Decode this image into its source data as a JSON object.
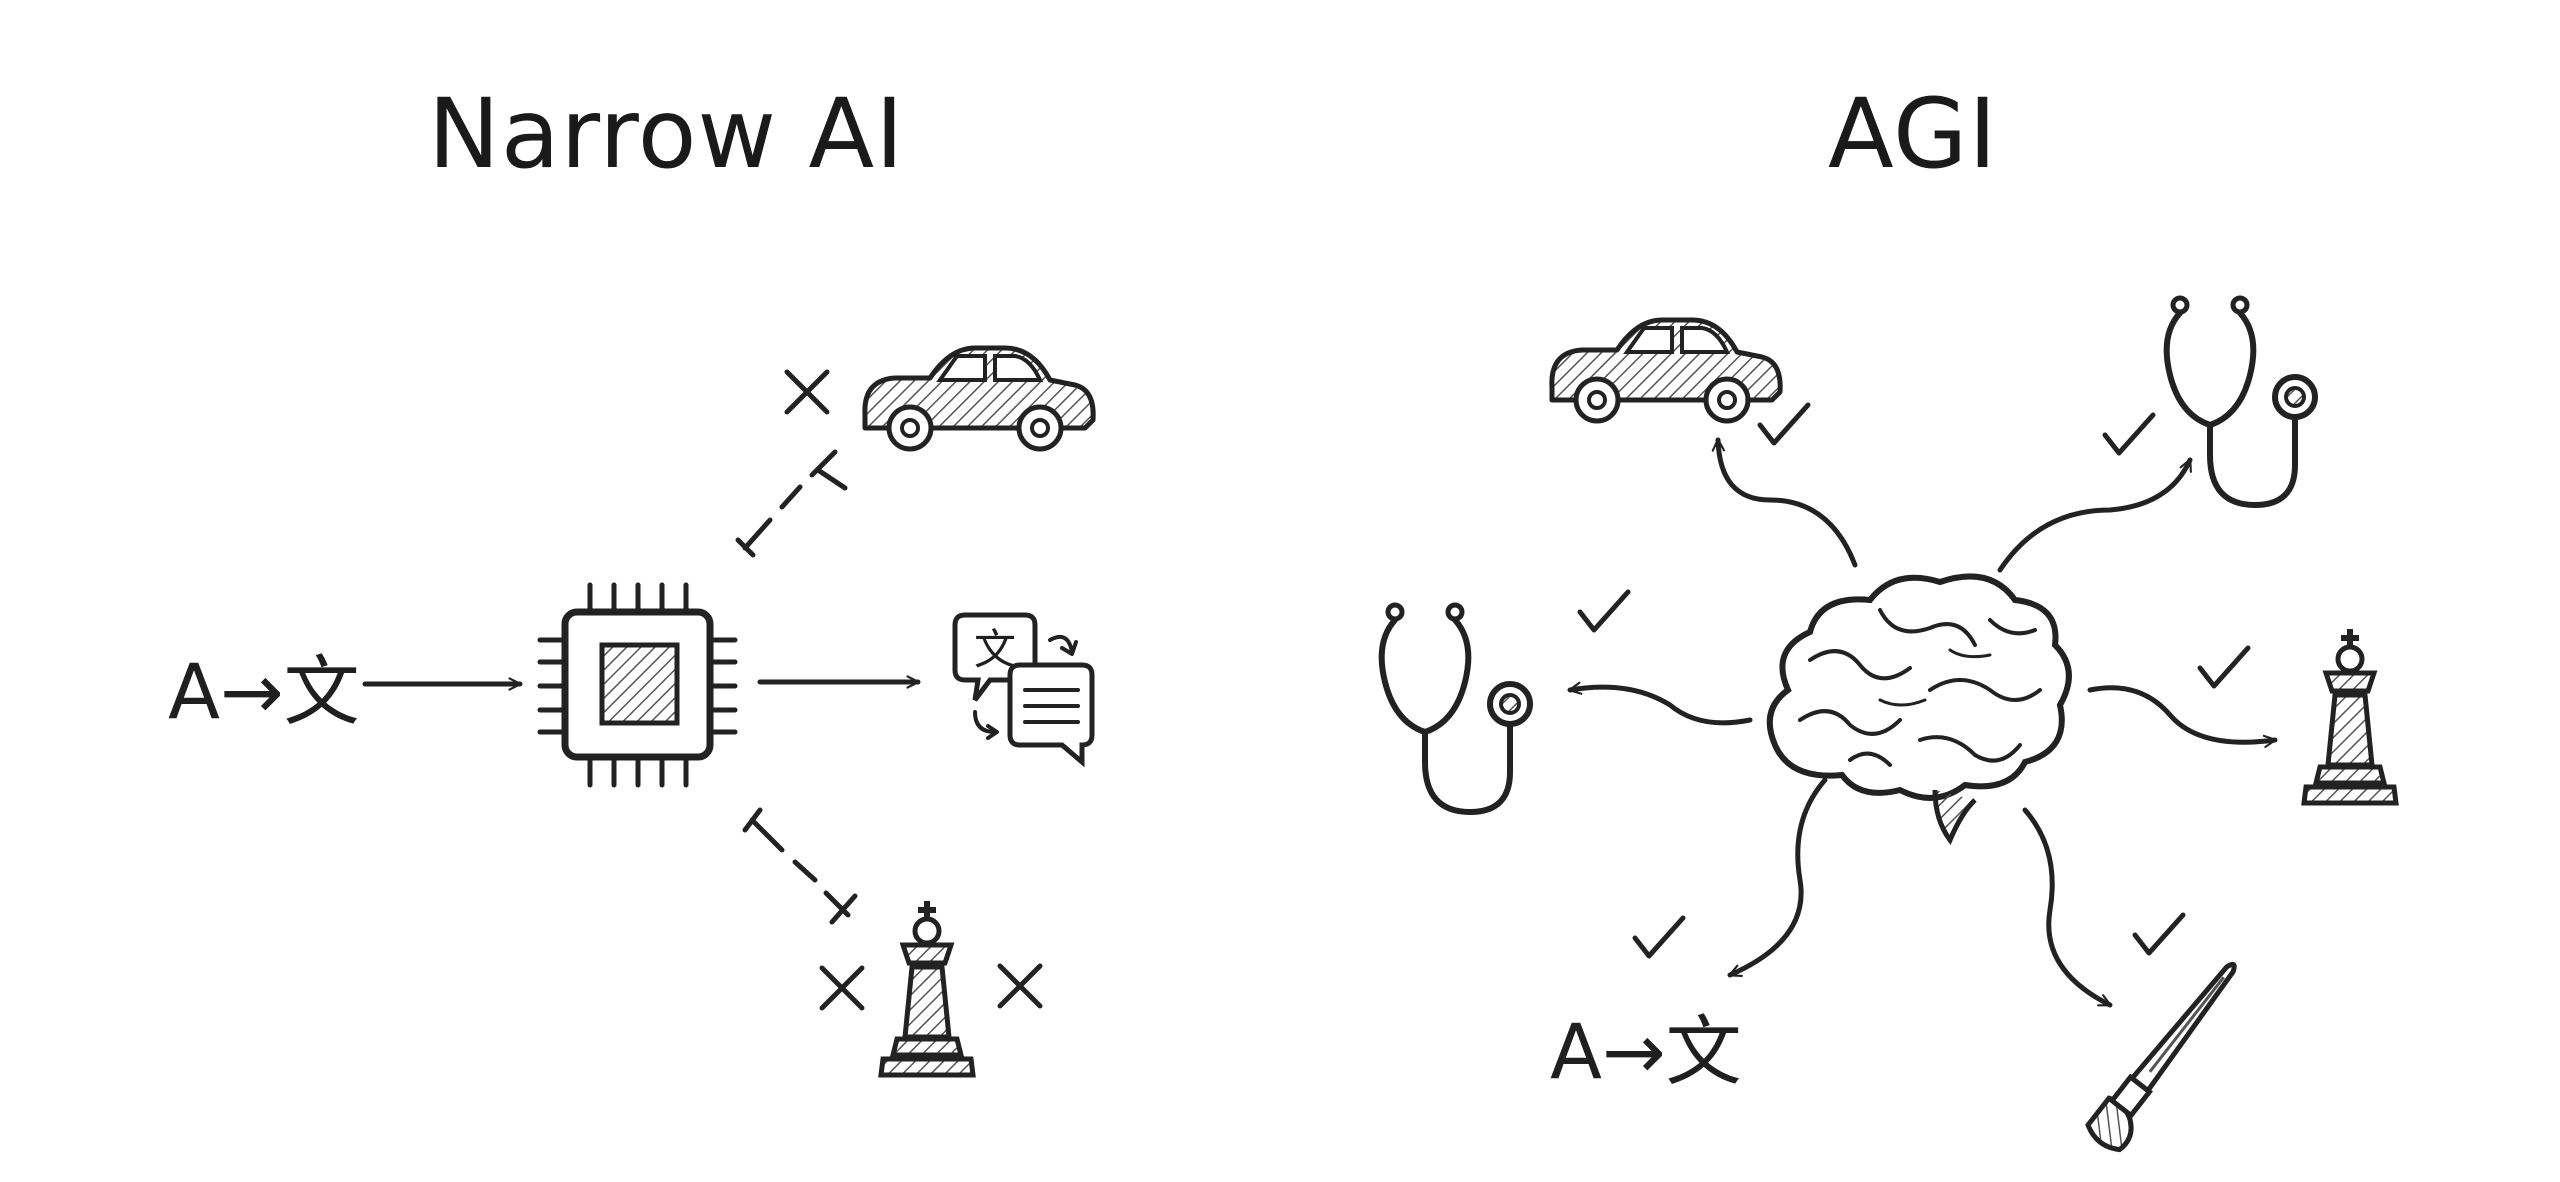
{
  "narrow": {
    "title": "Narrow AI",
    "input_label": "A→文",
    "connections": [
      {
        "target": "car",
        "status": "blocked"
      },
      {
        "target": "translation-chat",
        "status": "active"
      },
      {
        "target": "chess-king",
        "status": "blocked"
      }
    ]
  },
  "agi": {
    "title": "AGI",
    "translation_label": "A→文",
    "capabilities": [
      {
        "icon": "car-icon",
        "status": "check"
      },
      {
        "icon": "stethoscope-icon",
        "status": "check"
      },
      {
        "icon": "stethoscope-icon",
        "status": "check"
      },
      {
        "icon": "chess-king-icon",
        "status": "check"
      },
      {
        "icon": "translation-icon",
        "status": "check"
      },
      {
        "icon": "paintbrush-icon",
        "status": "check"
      }
    ]
  },
  "colors": {
    "ink": "#222222",
    "background": "#ffffff",
    "hatch": "#555555"
  }
}
